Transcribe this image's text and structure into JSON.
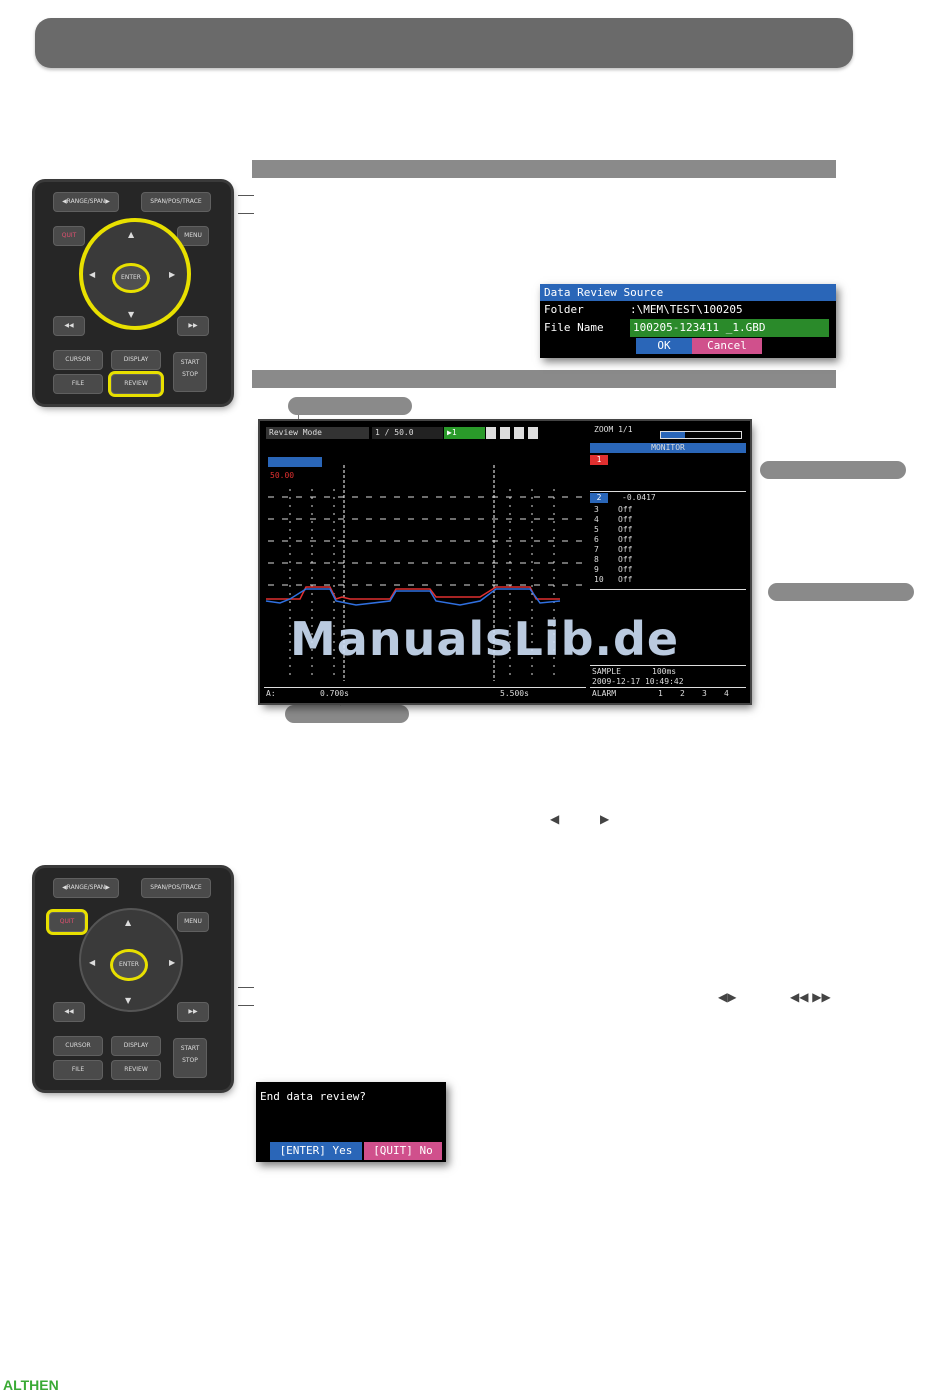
{
  "brand": {
    "logo_text": "ALTHEN",
    "logo_color": "#3aaa35"
  },
  "keypad_labels": {
    "range_left": "◀RANGE/SPAN▶",
    "span_pos_trace": "SPAN/POS/TRACE",
    "quit": "QUIT",
    "menu": "MENU",
    "enter": "ENTER",
    "up": "▲",
    "down": "▼",
    "left": "◀",
    "right": "▶",
    "rew": "◀◀",
    "ffw": "▶▶",
    "cursor": "CURSOR",
    "display": "DISPLAY",
    "file": "FILE",
    "review": "REVIEW",
    "start_stop": "START STOP"
  },
  "review_dialog": {
    "title": "Data Review Source",
    "folder_label": "Folder",
    "folder_value": ":\\MEM\\TEST\\100205",
    "filename_label": "File Name",
    "filename_value": "100205-123411 _1.GBD",
    "ok": "OK",
    "cancel": "Cancel"
  },
  "end_dialog": {
    "message": "End data review?",
    "yes": "[ENTER] Yes",
    "no": "[QUIT] No"
  },
  "screen": {
    "header_title": "Review Mode",
    "header_time": "1 / 50.0",
    "header_green": "▶1",
    "right_top": "ZOOM 1/1",
    "monitor": "MONITOR",
    "ch1": "1",
    "ch2": "2",
    "ch2_val": "-0.0417",
    "ch_rows": [
      {
        "n": "3",
        "v": "Off"
      },
      {
        "n": "4",
        "v": "Off"
      },
      {
        "n": "5",
        "v": "Off"
      },
      {
        "n": "6",
        "v": "Off"
      },
      {
        "n": "7",
        "v": "Off"
      },
      {
        "n": "8",
        "v": "Off"
      },
      {
        "n": "9",
        "v": "Off"
      },
      {
        "n": "10",
        "v": "Off"
      }
    ],
    "sampling_label": "SAMPLE",
    "sampling_val": "100ms",
    "datetime": "2009-12-17 10:49:42",
    "alarm_label": "ALARM",
    "alarm_vals": [
      "1",
      "2",
      "3",
      "4"
    ],
    "val_red": "50.00",
    "bottom_a_label": "A:",
    "bottom_a_val": "0.700s",
    "bottom_b_val": "5.500s"
  },
  "watermark": "ManualsLib.de",
  "trace_colors": {
    "red": "#e03030",
    "blue": "#3070e0",
    "grid": "#dddddd",
    "cursor": "#ffffff"
  }
}
